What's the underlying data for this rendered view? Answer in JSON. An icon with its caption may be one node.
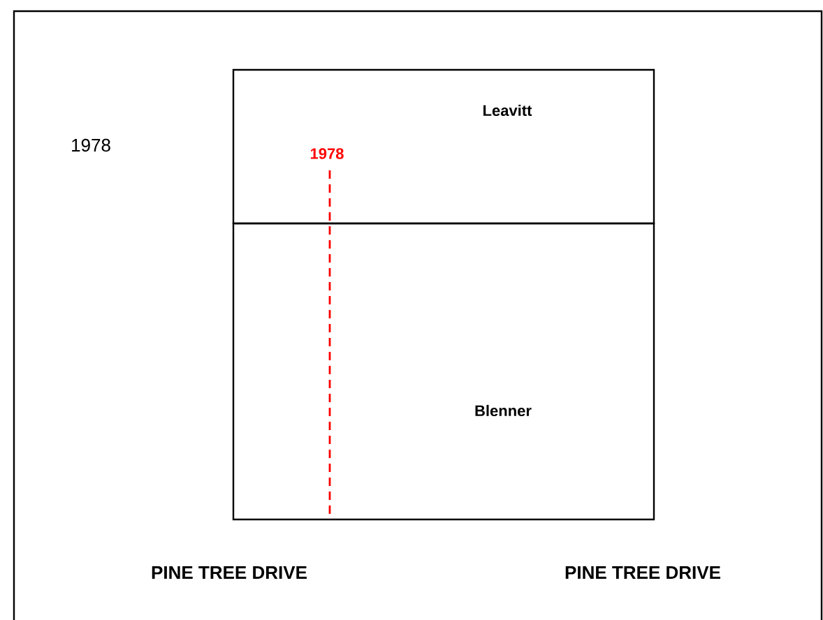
{
  "diagram": {
    "nodes": [
      {
        "text": [
          "Leavitt"
        ]
      },
      {
        "text": [
          "Blenner"
        ]
      }
    ],
    "labels": [
      "1978",
      "1978",
      "PINE TREE DRIVE",
      "PINE TREE DRIVE"
    ]
  }
}
